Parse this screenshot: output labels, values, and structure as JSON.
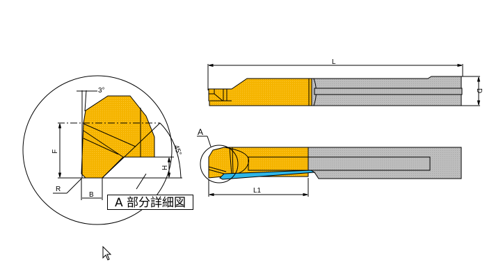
{
  "colors": {
    "carbide": "#F5B400",
    "shank": "#B8B8B8",
    "coolant": "#2EB6E8",
    "line": "#000000"
  },
  "top_view": {
    "dim_length": "L",
    "dim_diameter": "D"
  },
  "side_view": {
    "detail_marker": "A",
    "dim_edge_length": "L1"
  },
  "detail_view": {
    "title": "A 部分詳細図",
    "angle_top": "3°",
    "angle_side": "45°",
    "dim_F": "F",
    "dim_H": "H",
    "dim_B": "B",
    "dim_R": "R"
  },
  "cursor": {
    "icon": "arrow-cursor-icon"
  }
}
